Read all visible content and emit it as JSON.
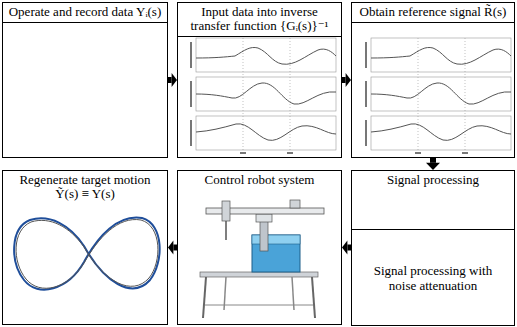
{
  "diagram": {
    "nodes": [
      {
        "text": [
          "Operate and record data Yᵢ(s)"
        ]
      },
      {
        "text": [
          "Input data into inverse transfer function {Gᵢ(s)}⁻¹"
        ]
      },
      {
        "text": [
          "Obtain reference signal R̃(s)"
        ]
      },
      {
        "text": [
          "Signal processing",
          "Signal processing with noise attenuation"
        ]
      },
      {
        "text": [
          "Control robot system"
        ]
      },
      {
        "text": [
          "Regenerate target motion Ỹ(s) ≡ Y(s)"
        ]
      }
    ],
    "edges": [
      {
        "from": 0,
        "to": 1,
        "arrow": "to"
      },
      {
        "from": 1,
        "to": 2,
        "arrow": "to"
      },
      {
        "from": 2,
        "to": 3,
        "arrow": "to"
      },
      {
        "from": 3,
        "to": 4,
        "arrow": "to"
      },
      {
        "from": 4,
        "to": 5,
        "arrow": "to"
      }
    ]
  }
}
